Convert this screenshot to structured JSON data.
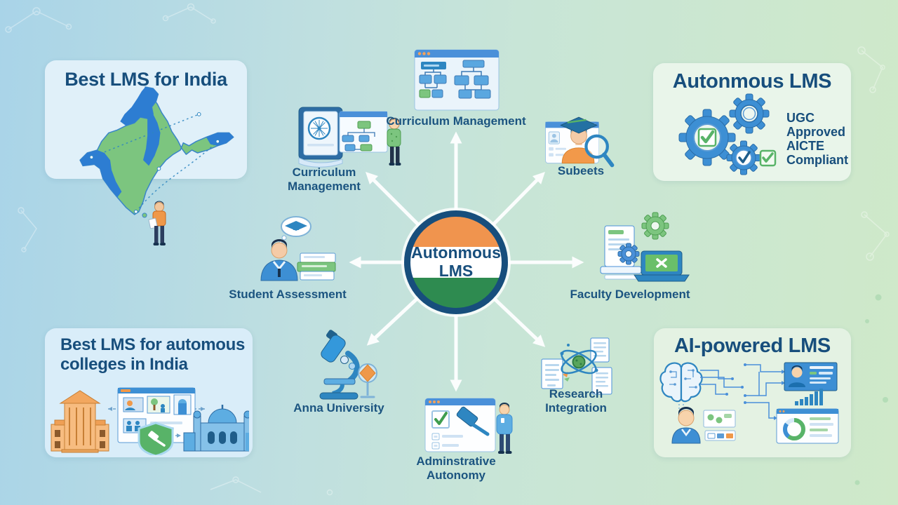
{
  "hub": {
    "label": "Autonmous\nLMS"
  },
  "nodes": {
    "curriculum_top": {
      "label": "Curriculum Management"
    },
    "curriculum_left": {
      "label": "Curriculum\nManagement"
    },
    "subeets": {
      "label": "Subeets"
    },
    "student_assessment": {
      "label": "Student Assessment"
    },
    "faculty_development": {
      "label": "Faculty Development"
    },
    "anna_university": {
      "label": "Anna University"
    },
    "administrative_autonomy": {
      "label": "Adminstrative\nAutonomy"
    },
    "research_integration": {
      "label": "Research\nIntegration"
    }
  },
  "cards": {
    "best_lms_india": {
      "title": "Best LMS for India"
    },
    "autonmous_lms": {
      "title": "Autonmous LMS",
      "compliance_lines": [
        "UGC",
        "Approved",
        "AICTE",
        "Compliant"
      ]
    },
    "best_lms_colleges": {
      "title": "Best LMS for automous\ncolleges in India"
    },
    "ai_powered_lms": {
      "title": "AI-powered LMS"
    }
  },
  "icons": [
    "india-map-icon",
    "flowchart-window-icon",
    "book-chakra-icon",
    "student-id-magnifier-icon",
    "gears-compliance-icon",
    "student-books-icon",
    "gears-laptop-icon",
    "microscope-flask-icon",
    "gavel-checklist-icon",
    "atom-documents-icon",
    "college-buildings-shield-icon",
    "ai-brain-dashboard-icon",
    "standing-person-icon"
  ],
  "colors": {
    "flag_saffron": "#f0944e",
    "flag_green": "#2e8b50",
    "hub_ring": "#174e7c",
    "heading_text": "#174e7c",
    "label_text": "#1b5480",
    "primary_blue": "#2e86c1",
    "light_blue": "#5aa7e0",
    "accent_green": "#58b368",
    "accent_orange": "#ef9849",
    "bg_left": "#a9d4e8",
    "bg_right": "#cfe9c9",
    "card_blue": "#d9edf9",
    "card_green": "#e9f5ea"
  }
}
